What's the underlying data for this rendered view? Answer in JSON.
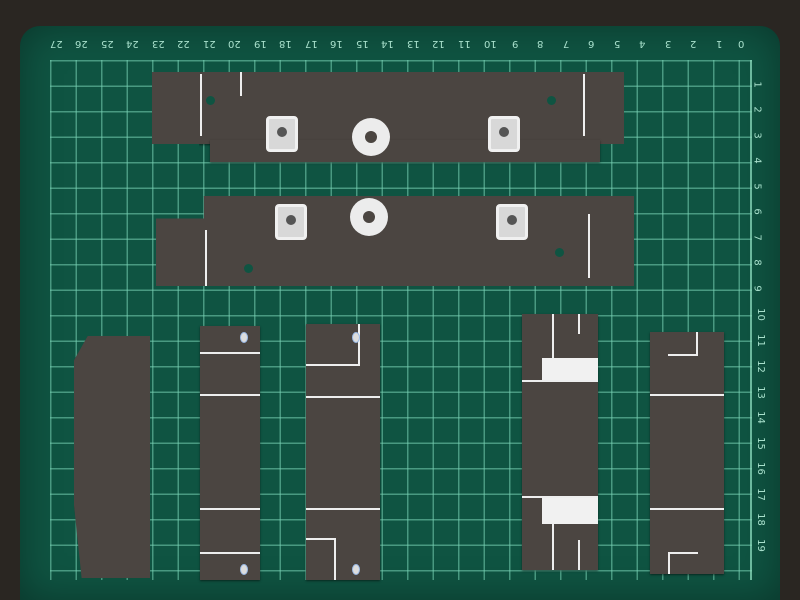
{
  "photo": {
    "subject": "",
    "colors": {
      "mat": "#0f5442",
      "grid_line": "#78d2b4",
      "card": "#4b4541",
      "marking": "#eeeeee",
      "background": "#2a2622"
    }
  },
  "ruler_top_labels": [
    "0",
    "1",
    "2",
    "3",
    "4",
    "5",
    "6",
    "7",
    "8",
    "9",
    "10",
    "11",
    "12",
    "13",
    "14",
    "15",
    "16",
    "17",
    "18",
    "19",
    "20",
    "21",
    "22",
    "23",
    "24",
    "25",
    "26",
    "27"
  ],
  "ruler_right_labels": [
    "1",
    "2",
    "3",
    "4",
    "5",
    "6",
    "7",
    "8",
    "9",
    "10",
    "11",
    "12",
    "13",
    "14",
    "15",
    "16",
    "17",
    "18",
    "19"
  ]
}
